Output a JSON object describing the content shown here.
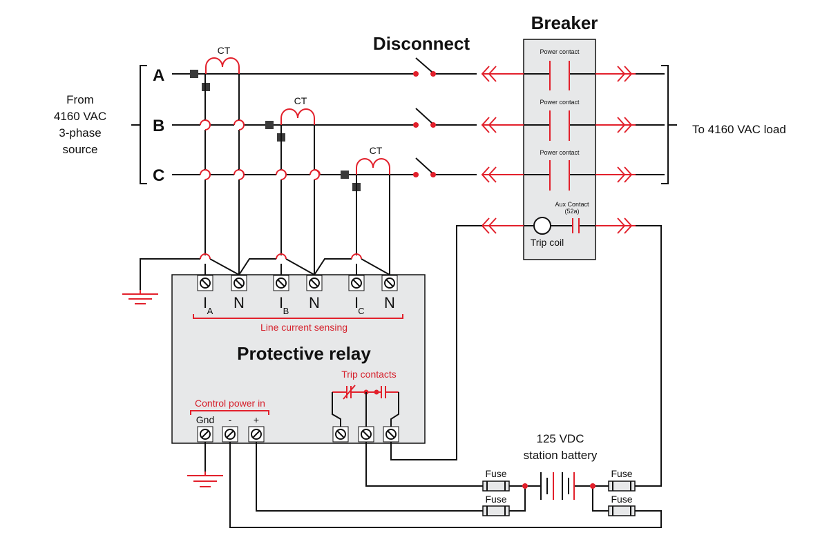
{
  "title_disconnect": "Disconnect",
  "title_breaker": "Breaker",
  "source_label": [
    "From",
    "4160 VAC",
    "3-phase",
    "source"
  ],
  "load_label": "To 4160 VAC load",
  "phases": [
    "A",
    "B",
    "C"
  ],
  "ct_label": "CT",
  "power_contact_label": "Power contact",
  "aux_contact_label": "Aux Contact",
  "aux_contact_code": "(52a)",
  "trip_coil_label": "Trip coil",
  "relay": {
    "title": "Protective relay",
    "line_current_sensing": "Line current sensing",
    "terminals": [
      {
        "main": "I",
        "sub": "A"
      },
      {
        "main": "N",
        "sub": ""
      },
      {
        "main": "I",
        "sub": "B"
      },
      {
        "main": "N",
        "sub": ""
      },
      {
        "main": "I",
        "sub": "C"
      },
      {
        "main": "N",
        "sub": ""
      }
    ],
    "control_power_in": "Control power in",
    "power_terminals": [
      "Gnd",
      "-",
      "+"
    ],
    "trip_contacts": "Trip contacts"
  },
  "battery_label": [
    "125 VDC",
    "station battery"
  ],
  "fuse_label": "Fuse",
  "colors": {
    "wire": "#111111",
    "accent": "#e2202b",
    "relay_fill": "#e7e8e9",
    "breaker_fill": "#e7e8e9"
  }
}
